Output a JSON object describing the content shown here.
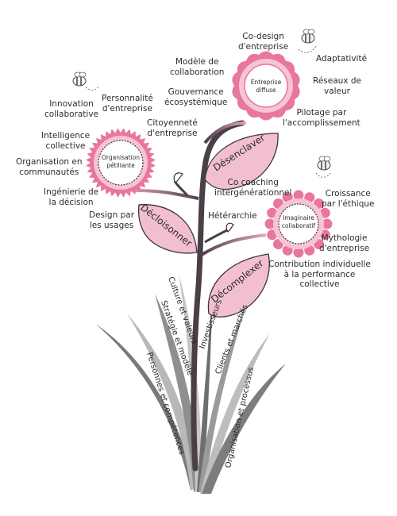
{
  "colors": {
    "stem": "#4a3f48",
    "leaf_fill": "#f2bfd0",
    "leaf_stroke": "#3d3538",
    "flower_pink": "#e8769e",
    "flower_center": "#ffffff",
    "grass_dark": "#707070",
    "grass_light": "#b5b5b5"
  },
  "flowers": {
    "diffuse": "Entreprise diffuse",
    "petillante": "Organisation pétillante",
    "imaginaire": "Imaginaire collaboratif"
  },
  "leaves": {
    "desenclaver": "Désenclaver",
    "decloisonner": "Décloisonner",
    "decomplexer": "Décomplexer"
  },
  "grass": {
    "culture": "Culture et valeurs",
    "strategie": "Stratégie et modèle",
    "personnes": "Personnes et compétences",
    "investisseurs": "Investisseurs",
    "clients": "Clients et marchés",
    "organisation": "Organisation et processus"
  },
  "labels": {
    "co_design": "Co-design\nd'entreprise",
    "adaptativite": "Adaptativité",
    "modele_collab": "Modèle de\ncollaboration",
    "reseaux": "Réseaux de\nvaleur",
    "gouvernance": "Gouvernance\nécosystémique",
    "pilotage": "Pilotage par\nl'accomplissement",
    "innovation": "Innovation\ncollaborative",
    "personnalite": "Personnalité\nd'entreprise",
    "citoyennete": "Citoyenneté\nd'entreprise",
    "intelligence": "Intelligence\ncollective",
    "organisation_comm": "Organisation en\ncommunautés",
    "ingenierie": "Ingénierie de\nla décision",
    "design_usages": "Design par\nles usages",
    "co_coaching": "Co coaching\nintergénérationnel",
    "croissance": "Croissance\npar l'éthique",
    "heterarchie": "Hétérarchie",
    "mythologie": "Mythologie\nd'entreprise",
    "contribution": "Contribution individuelle\nà la performance\ncollective"
  }
}
